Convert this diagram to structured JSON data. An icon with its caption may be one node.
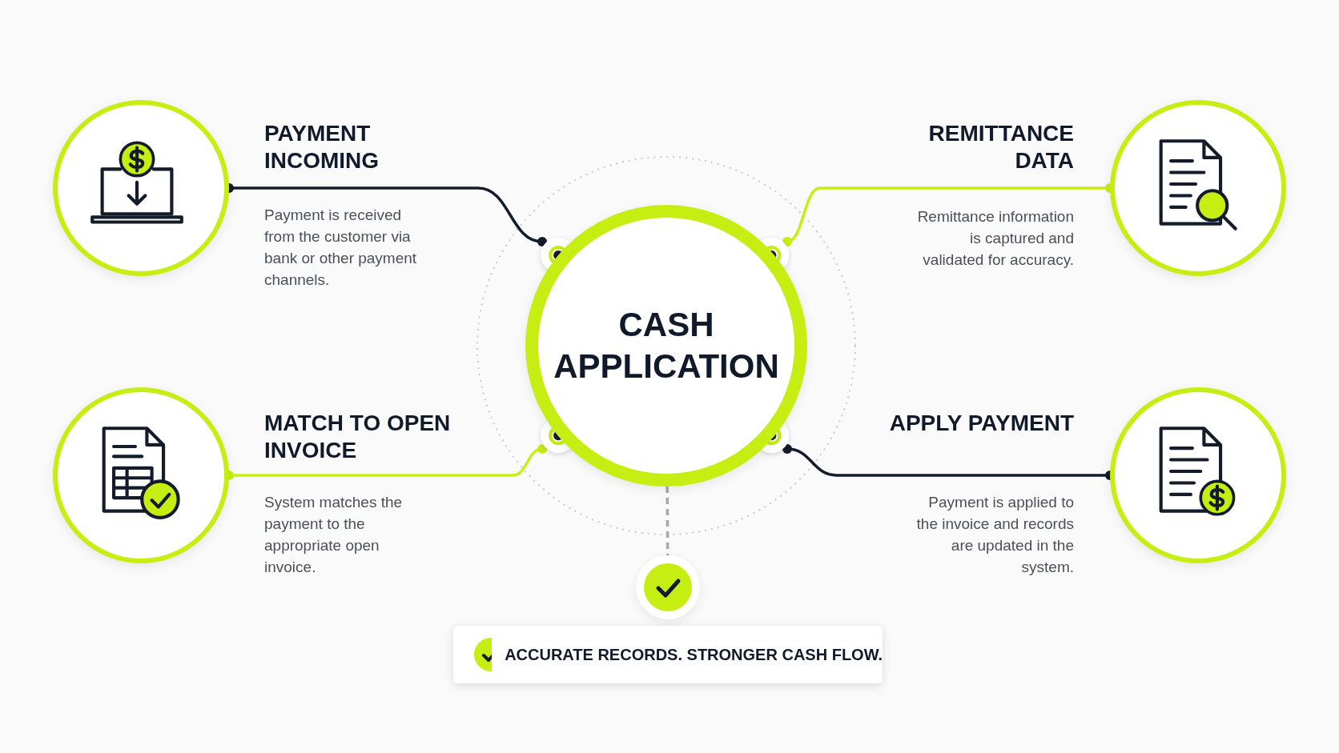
{
  "diagram": {
    "nodes": [
      {
        "text": [
          "CASH APPLICATION"
        ]
      },
      {
        "text": [],
        "shape": "circle",
        "beside": [
          "PAYMENT INCOMING",
          "Payment is received from the customer via bank or other payment channels."
        ]
      },
      {
        "text": [],
        "shape": "circle",
        "beside": [
          "REMITTANCE DATA",
          "Remittance information is captured and validated for accuracy."
        ]
      },
      {
        "text": [],
        "shape": "circle",
        "beside": [
          "MATCH TO OPEN INVOICE",
          "System matches the payment to the appropriate open invoice."
        ]
      },
      {
        "text": [],
        "shape": "circle",
        "beside": [
          "APPLY PAYMENT",
          "Payment is applied to the invoice and records are updated in the system."
        ]
      },
      {
        "text": [],
        "shape": "circle"
      },
      {
        "text": [
          "ACCURATE RECORDS. STRONGER CASH FLOW."
        ]
      }
    ],
    "edges": [
      {
        "from": 1,
        "to": 0,
        "arrow": "other",
        "color": "#141c2b"
      },
      {
        "from": 2,
        "to": 0,
        "arrow": "other",
        "color": "#c6ee12"
      },
      {
        "from": 3,
        "to": 0,
        "arrow": "other",
        "color": "#c6ee12"
      },
      {
        "from": 4,
        "to": 0,
        "arrow": "other",
        "color": "#141c2b"
      },
      {
        "from": 0,
        "to": 5,
        "arrow": "none",
        "style": "dashed",
        "color": "#a8a8a8"
      }
    ]
  }
}
